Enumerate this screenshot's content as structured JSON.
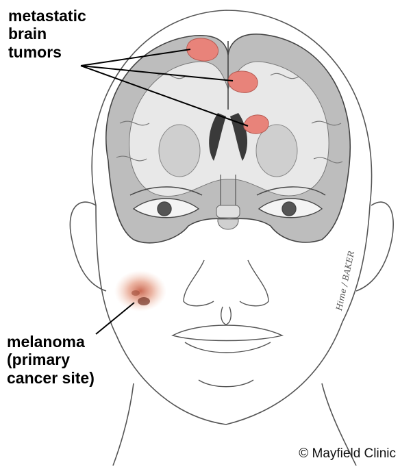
{
  "labels": {
    "tumors": [
      "metastatic",
      "brain",
      "tumors"
    ],
    "melanoma": [
      "melanoma",
      "(primary",
      "cancer site)"
    ]
  },
  "credit": {
    "copyright": "© Mayfield Clinic",
    "signature": "Hime / BAKER"
  },
  "colors": {
    "tumor": "#e8837a",
    "melanoma": "#e0957f",
    "brain_tissue": "#b9b9b9",
    "brain_white_matter": "#e6e6e6",
    "outline": "#444444"
  }
}
